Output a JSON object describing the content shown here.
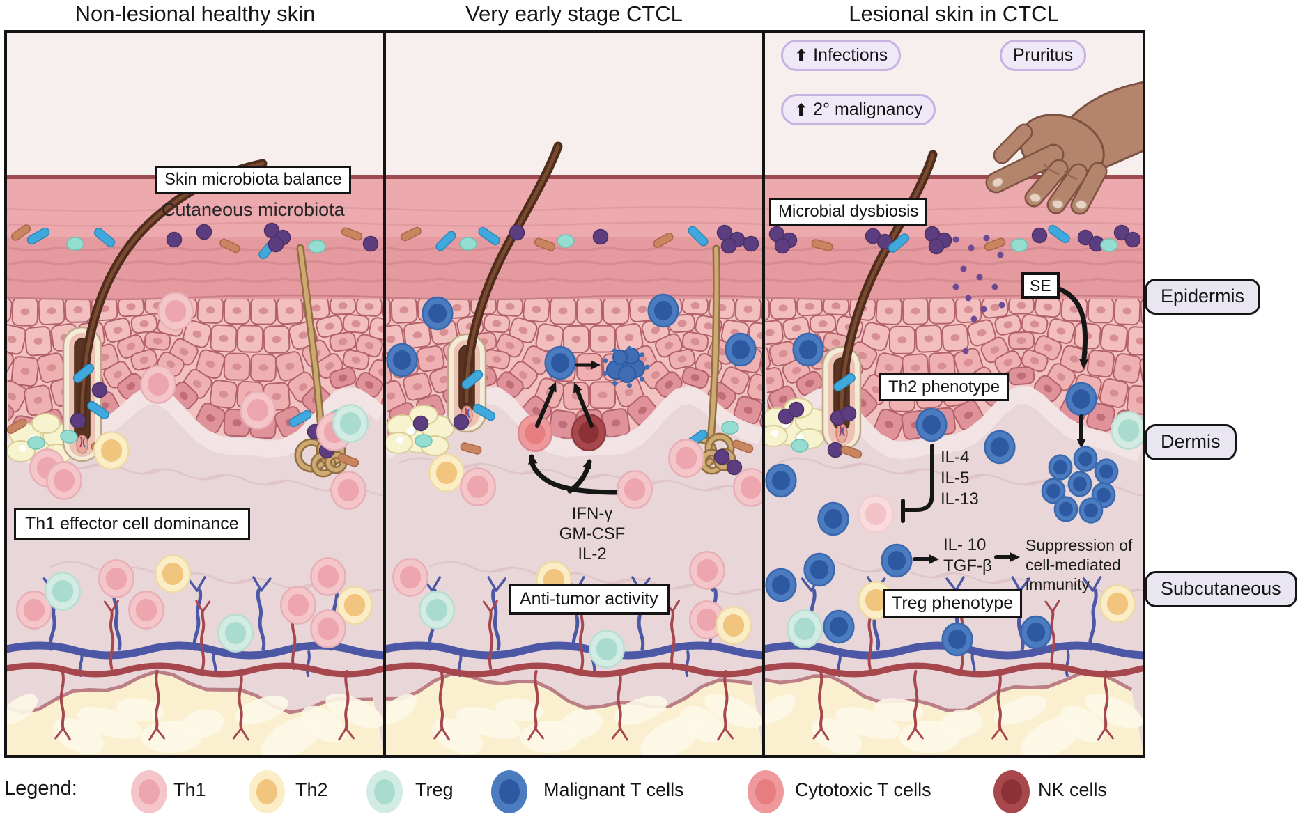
{
  "panels": [
    {
      "title": "Non-lesional healthy skin",
      "labels": {
        "skin_microbiota": "Skin microbiota balance",
        "cutaneous": "Cutaneous microbiota",
        "th1_dominance": "Th1 effector cell dominance"
      }
    },
    {
      "title": "Very early stage CTCL",
      "cytokines": [
        "IFN-γ",
        "GM-CSF",
        "IL-2"
      ],
      "labels": {
        "anti_tumor": "Anti-tumor activity"
      }
    },
    {
      "title": "Lesional skin in CTCL",
      "badges": [
        {
          "label": "Infections",
          "increase": true
        },
        {
          "label": "Pruritus",
          "increase": false
        },
        {
          "label": "2° malignancy",
          "increase": true
        }
      ],
      "labels": {
        "dysbiosis": "Microbial dysbiosis",
        "se": "SE",
        "th2": "Th2 phenotype",
        "treg": "Treg phenotype"
      },
      "cytokines_th2": [
        "IL-4",
        "IL-5",
        "IL-13"
      ],
      "cytokines_treg": [
        "IL- 10",
        "TGF-β"
      ],
      "suppression_lines": [
        "Suppression of",
        "cell-mediated",
        "immunity"
      ]
    }
  ],
  "layer_labels": [
    "Epidermis",
    "Dermis",
    "Subcutaneous"
  ],
  "legend": {
    "title": "Legend:",
    "items": [
      {
        "label": "Th1",
        "outer": "#f4c6ca",
        "inner": "#eda6ae"
      },
      {
        "label": "Th2",
        "outer": "#fbeec6",
        "inner": "#f2c57e"
      },
      {
        "label": "Treg",
        "outer": "#d2ebe3",
        "inner": "#a9dccf"
      },
      {
        "label": "Malignant T cells",
        "outer": "#4c7cc0",
        "inner": "#2d59a3"
      },
      {
        "label": "Cytotoxic T cells",
        "outer": "#f0999c",
        "inner": "#e67d81"
      },
      {
        "label": "NK cells",
        "outer": "#a8484d",
        "inner": "#8c3136"
      }
    ]
  },
  "colors": {
    "badge_bg": "#efe9f7",
    "badge_border": "#c7b3e2",
    "layer_label_bg": "#e9e6f2",
    "panel_border": "#141414"
  }
}
